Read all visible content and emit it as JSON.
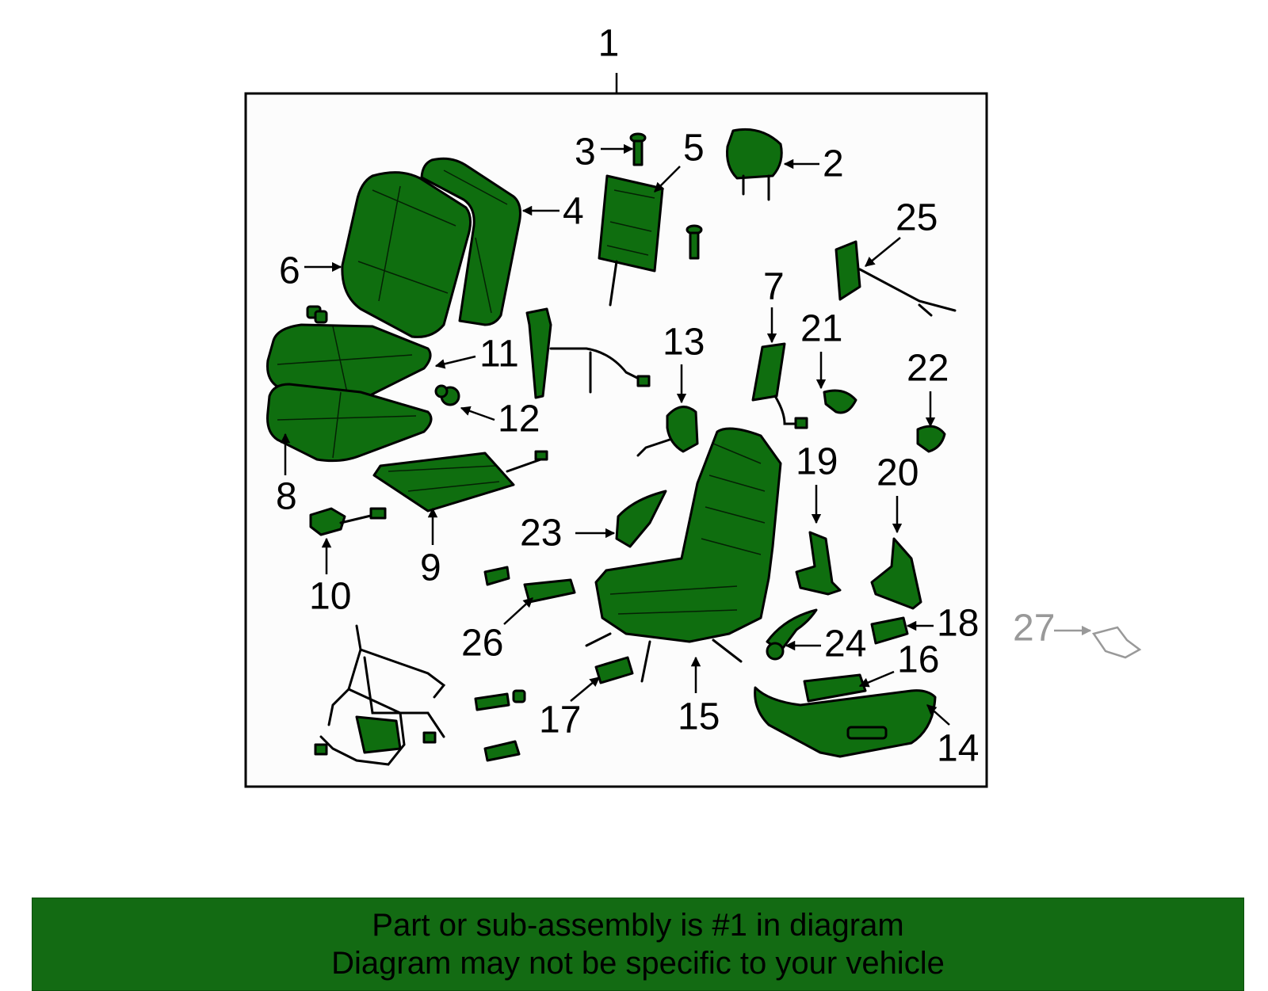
{
  "diagram": {
    "assembly_callout": "1",
    "colors": {
      "part_fill": "#0f6e0f",
      "outline": "#000000",
      "muted": "#999999",
      "banner": "#136b13"
    },
    "callouts": {
      "c2": "2",
      "c3": "3",
      "c4": "4",
      "c5": "5",
      "c6": "6",
      "c7": "7",
      "c8": "8",
      "c9": "9",
      "c10": "10",
      "c11": "11",
      "c12": "12",
      "c13": "13",
      "c14": "14",
      "c15": "15",
      "c16": "16",
      "c17": "17",
      "c18": "18",
      "c19": "19",
      "c20": "20",
      "c21": "21",
      "c22": "22",
      "c23": "23",
      "c24": "24",
      "c25": "25",
      "c26": "26",
      "c27": "27"
    }
  },
  "note": {
    "line1": "Part or sub-assembly is #1 in diagram",
    "line2": "Diagram may not be specific to your vehicle"
  }
}
